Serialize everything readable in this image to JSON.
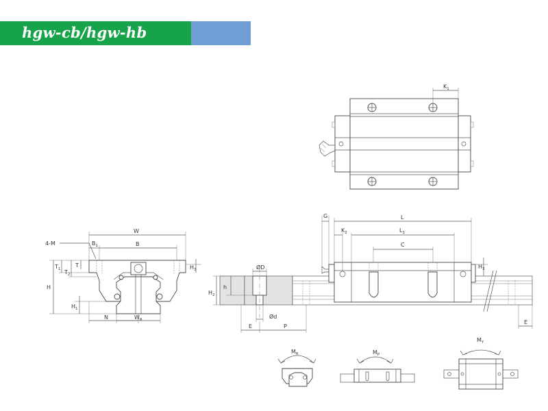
{
  "header": {
    "title": "hgw-cb/hgw-hb",
    "green_color": "#17a34a",
    "blue_color": "#6f9ed4"
  },
  "labels": {
    "k1": "K",
    "k1_sub": "1",
    "w": "W",
    "four_m": "4-M",
    "b1": "B",
    "b1_sub": "1",
    "b": "B",
    "t1": "T",
    "t1_sub": "1",
    "t2": "T",
    "t2_sub": "2",
    "t": "T",
    "h": "H",
    "h1": "H",
    "h1_sub": "1",
    "h3_front": "H",
    "h3_front_sub": "3",
    "n": "N",
    "wr": "W",
    "wr_sub": "R",
    "od_big": "ØD",
    "h_small": "h",
    "h2": "H",
    "h2_sub": "2",
    "od_small": "Ød",
    "e": "E",
    "p": "P",
    "g": "G",
    "l": "L",
    "k2": "K",
    "k2_sub": "2",
    "l1": "L",
    "l1_sub": "1",
    "c": "C",
    "h3_side": "H",
    "h3_side_sub": "3",
    "e_right": "E",
    "mr": "M",
    "mr_sub": "R",
    "mp": "M",
    "mp_sub": "P",
    "my": "M",
    "my_sub": "Y"
  }
}
